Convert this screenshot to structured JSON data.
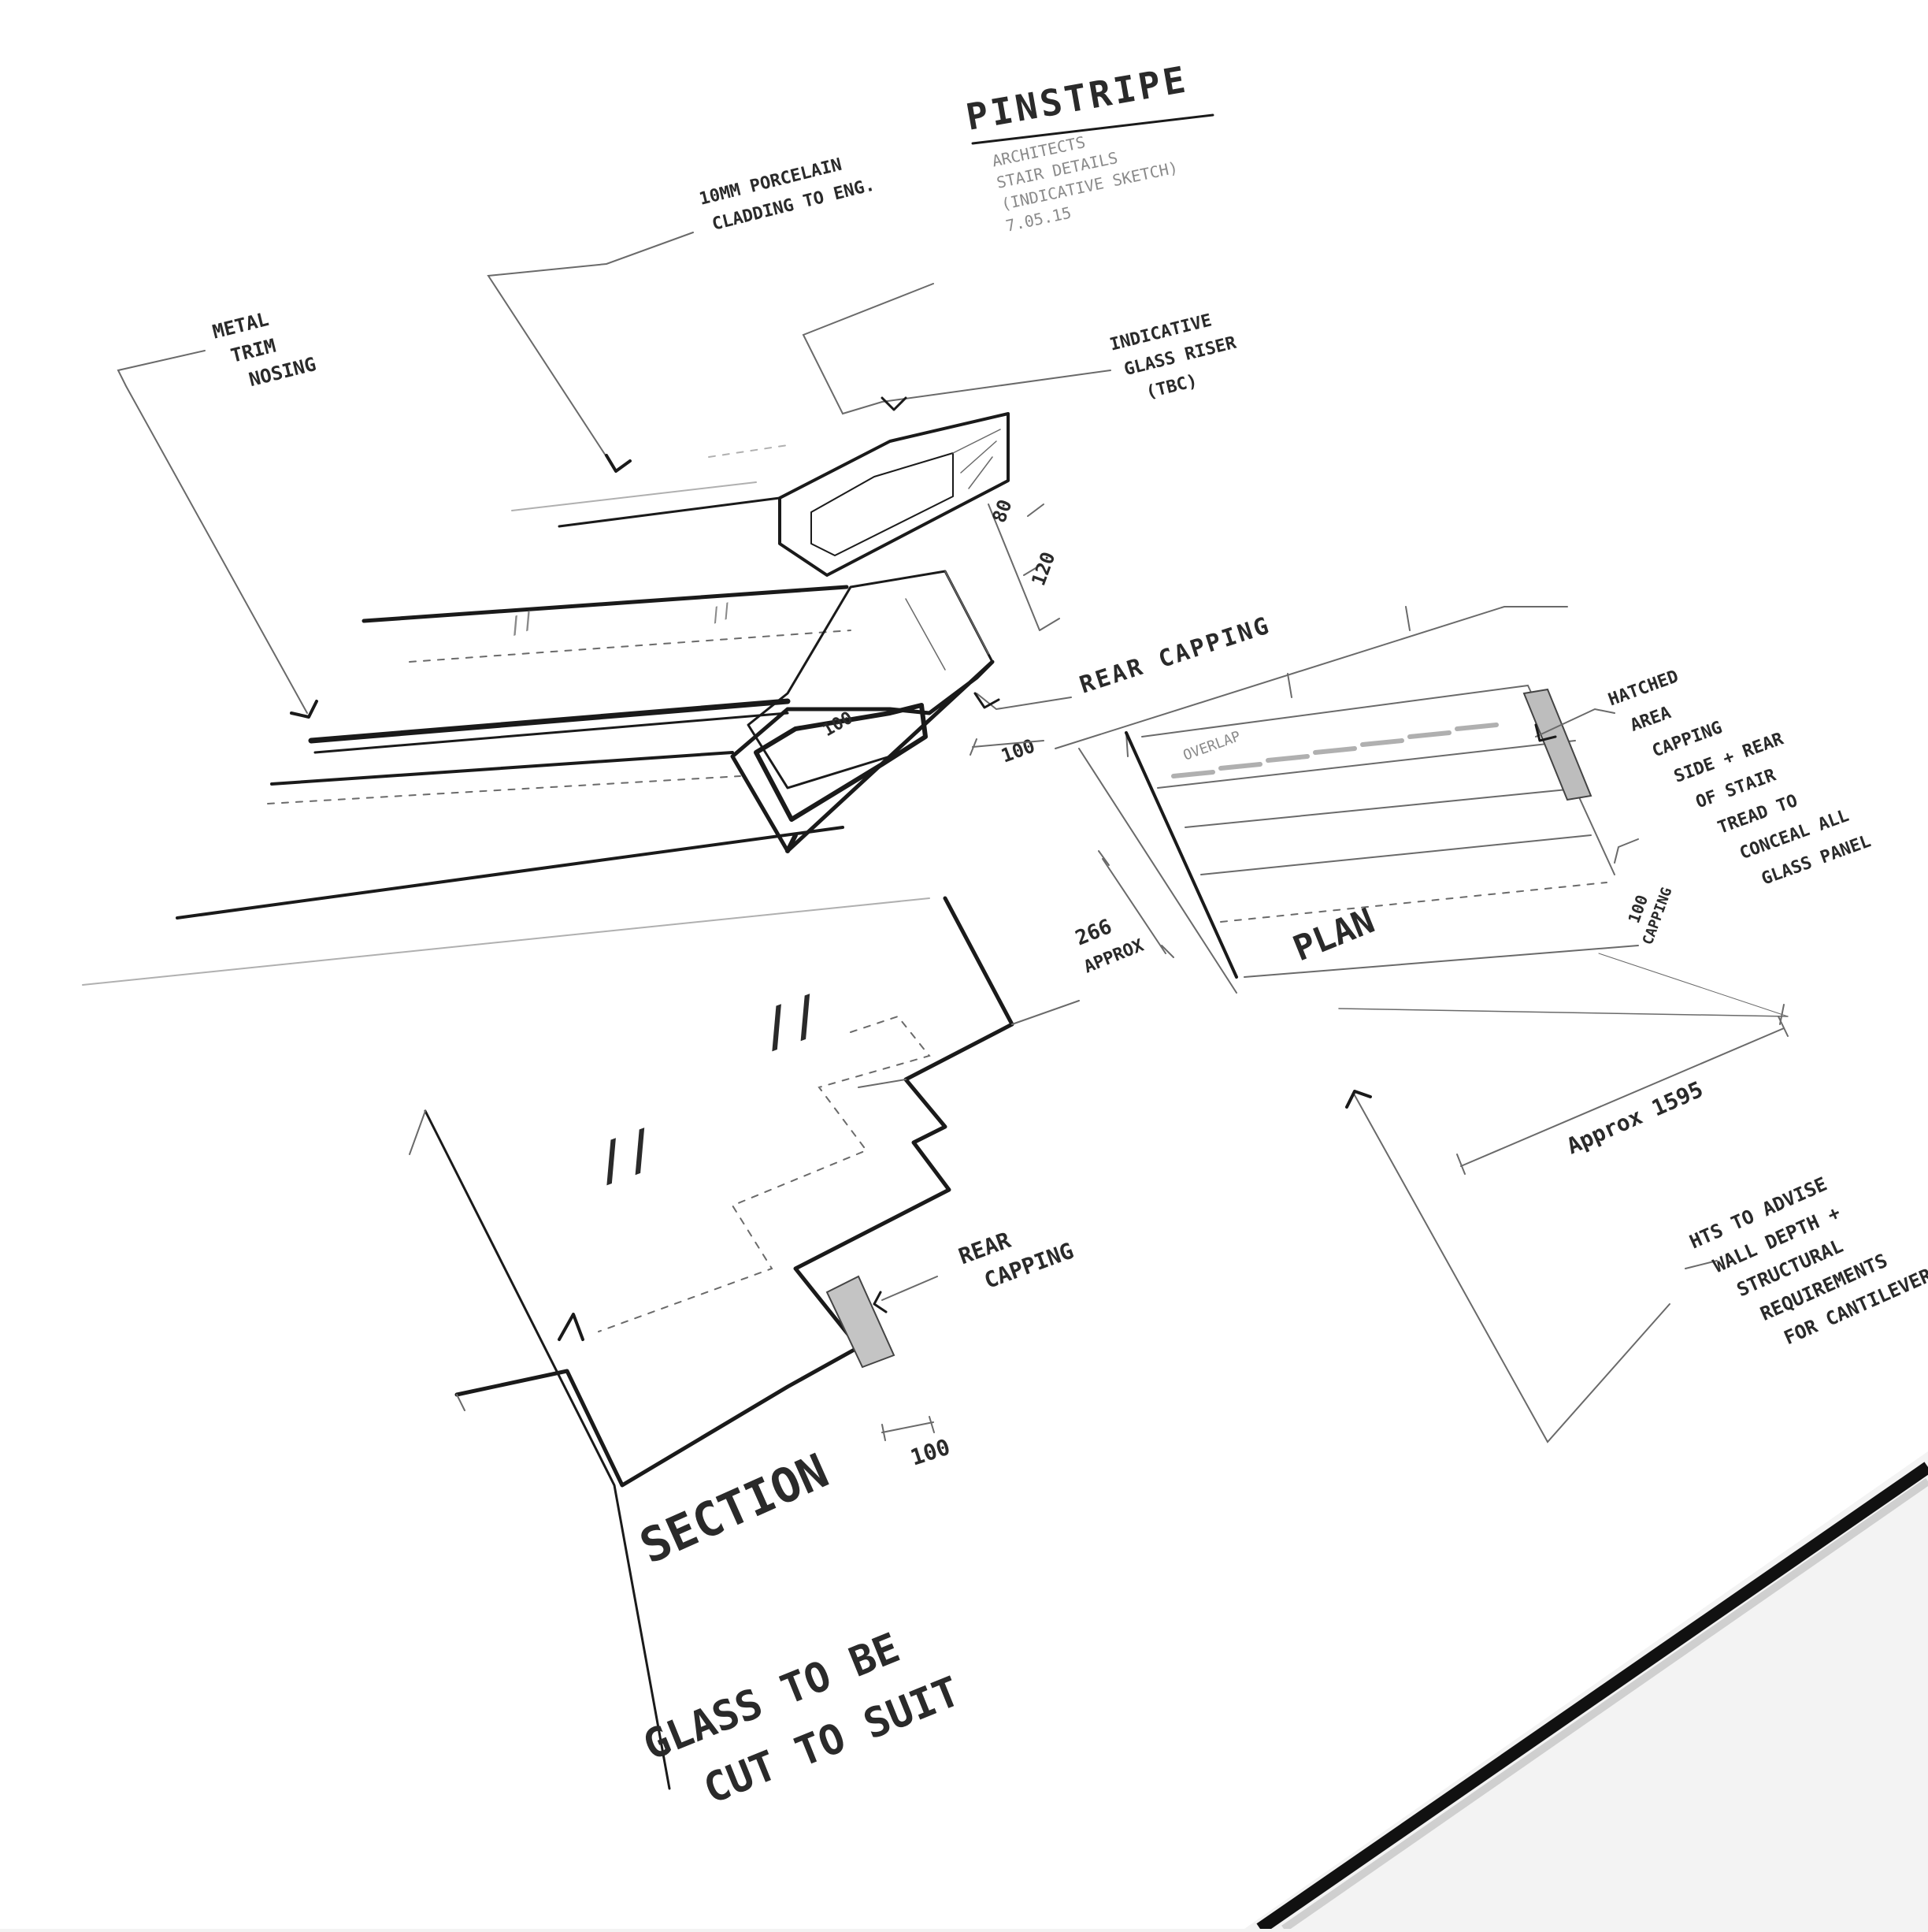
{
  "sheet": {
    "title": "PINSTRIPE",
    "subtitle_lines": [
      "ARCHITECTS",
      "STAIR DETAILS",
      "(INDICATIVE SKETCH)",
      "7.05.15"
    ]
  },
  "iso": {
    "labels": {
      "porcelain": [
        "10MM PORCELAIN",
        "CLADDING TO ENG."
      ],
      "metal_trim": [
        "METAL",
        "TRIM",
        "NOSING"
      ],
      "glass_riser": [
        "INDICATIVE",
        "GLASS RISER",
        "(TBC)"
      ],
      "rear_capping": "REAR CAPPING"
    },
    "dims": {
      "d80": "80",
      "d120": "120",
      "d100_box": "100",
      "d100_side": "100"
    }
  },
  "plan": {
    "title": "PLAN",
    "overlap": "OVERLAP",
    "dim_266": [
      "266",
      "APPROX"
    ],
    "dim_1595": "Approx 1595",
    "dim_100_cap": [
      "100",
      "CAPPING"
    ],
    "hatched_note": [
      "HATCHED",
      "AREA",
      "CAPPING",
      "SIDE + REAR",
      "OF STAIR",
      "TREAD TO",
      "CONCEAL ALL",
      "GLASS PANEL"
    ],
    "hts_note": [
      "HTS TO ADVISE",
      "WALL DEPTH +",
      "STRUCTURAL",
      "REQUIREMENTS",
      "FOR CANTILEVER"
    ]
  },
  "section": {
    "title": "SECTION",
    "rear_capping": [
      "REAR",
      "CAPPING"
    ],
    "dim_100": "100",
    "glass_note": [
      "GLASS TO BE",
      "CUT TO SUIT"
    ]
  },
  "colors": {
    "paper": "#ffffff",
    "ink": "#1a1a1a",
    "pencil": "#6a6a6a",
    "desk": "#f3f3f3",
    "page_edge": "#111111"
  }
}
